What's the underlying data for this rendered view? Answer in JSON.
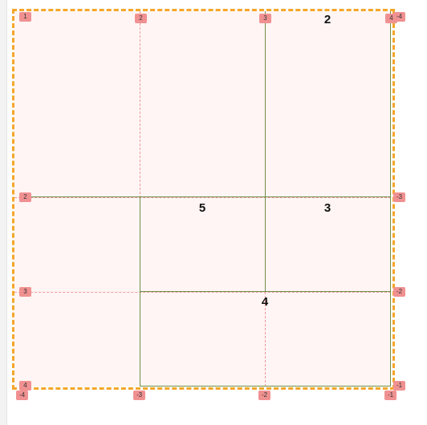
{
  "area_labels": {
    "area_2": "2",
    "area_3": "3",
    "area_4": "4",
    "area_5": "5"
  },
  "column_badges_top": [
    "1",
    "2",
    "3",
    "4"
  ],
  "column_badges_bottom": [
    "-4",
    "-3",
    "-2",
    "-1"
  ],
  "row_badges_left": [
    "1",
    "2",
    "3",
    "4"
  ],
  "row_badges_right": [
    "-4",
    "-3",
    "-2",
    "-1"
  ],
  "colors": {
    "grid_background": "#fff5f4",
    "outline": "#f4a62a",
    "dashed_line": "#f09a9a",
    "area_border": "#6e8f48",
    "badge": "#f09191"
  }
}
